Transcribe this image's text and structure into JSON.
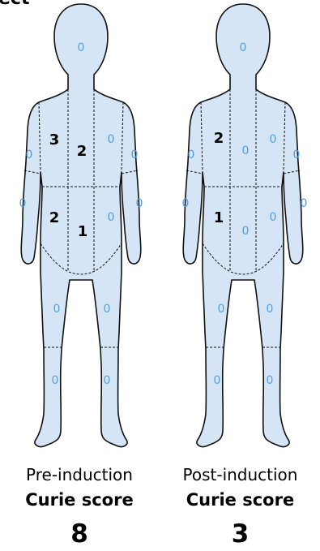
{
  "header": {
    "partial_word": "ect"
  },
  "figures": [
    {
      "phase_label": "Pre-induction",
      "score_label": "Curie score",
      "score_value": "8",
      "regions": {
        "head": "0",
        "upper_left_chest": "3",
        "upper_center_chest": "2",
        "upper_right_chest": "0",
        "left_upper_arm": "0",
        "right_upper_arm": "0",
        "left_forearm": "0",
        "right_forearm": "0",
        "lower_left_abdomen": "2",
        "lower_center_abdomen": "1",
        "lower_right_abdomen": "0",
        "left_thigh": "0",
        "right_thigh": "0",
        "left_shin": "0",
        "right_shin": "0"
      }
    },
    {
      "phase_label": "Post-induction",
      "score_label": "Curie score",
      "score_value": "3",
      "regions": {
        "head": "0",
        "upper_left_chest": "2",
        "upper_center_chest": "0",
        "upper_right_chest": "0",
        "left_upper_arm": "0",
        "right_upper_arm": "0",
        "left_forearm": "0",
        "right_forearm": "0",
        "lower_left_abdomen": "1",
        "lower_center_abdomen": "0",
        "lower_right_abdomen": "0",
        "left_thigh": "0",
        "right_thigh": "0",
        "left_shin": "0",
        "right_shin": "0"
      }
    }
  ],
  "colors": {
    "body_fill": "#d6e5f6",
    "outline": "#111111",
    "zero_text": "#4f9fe0"
  }
}
